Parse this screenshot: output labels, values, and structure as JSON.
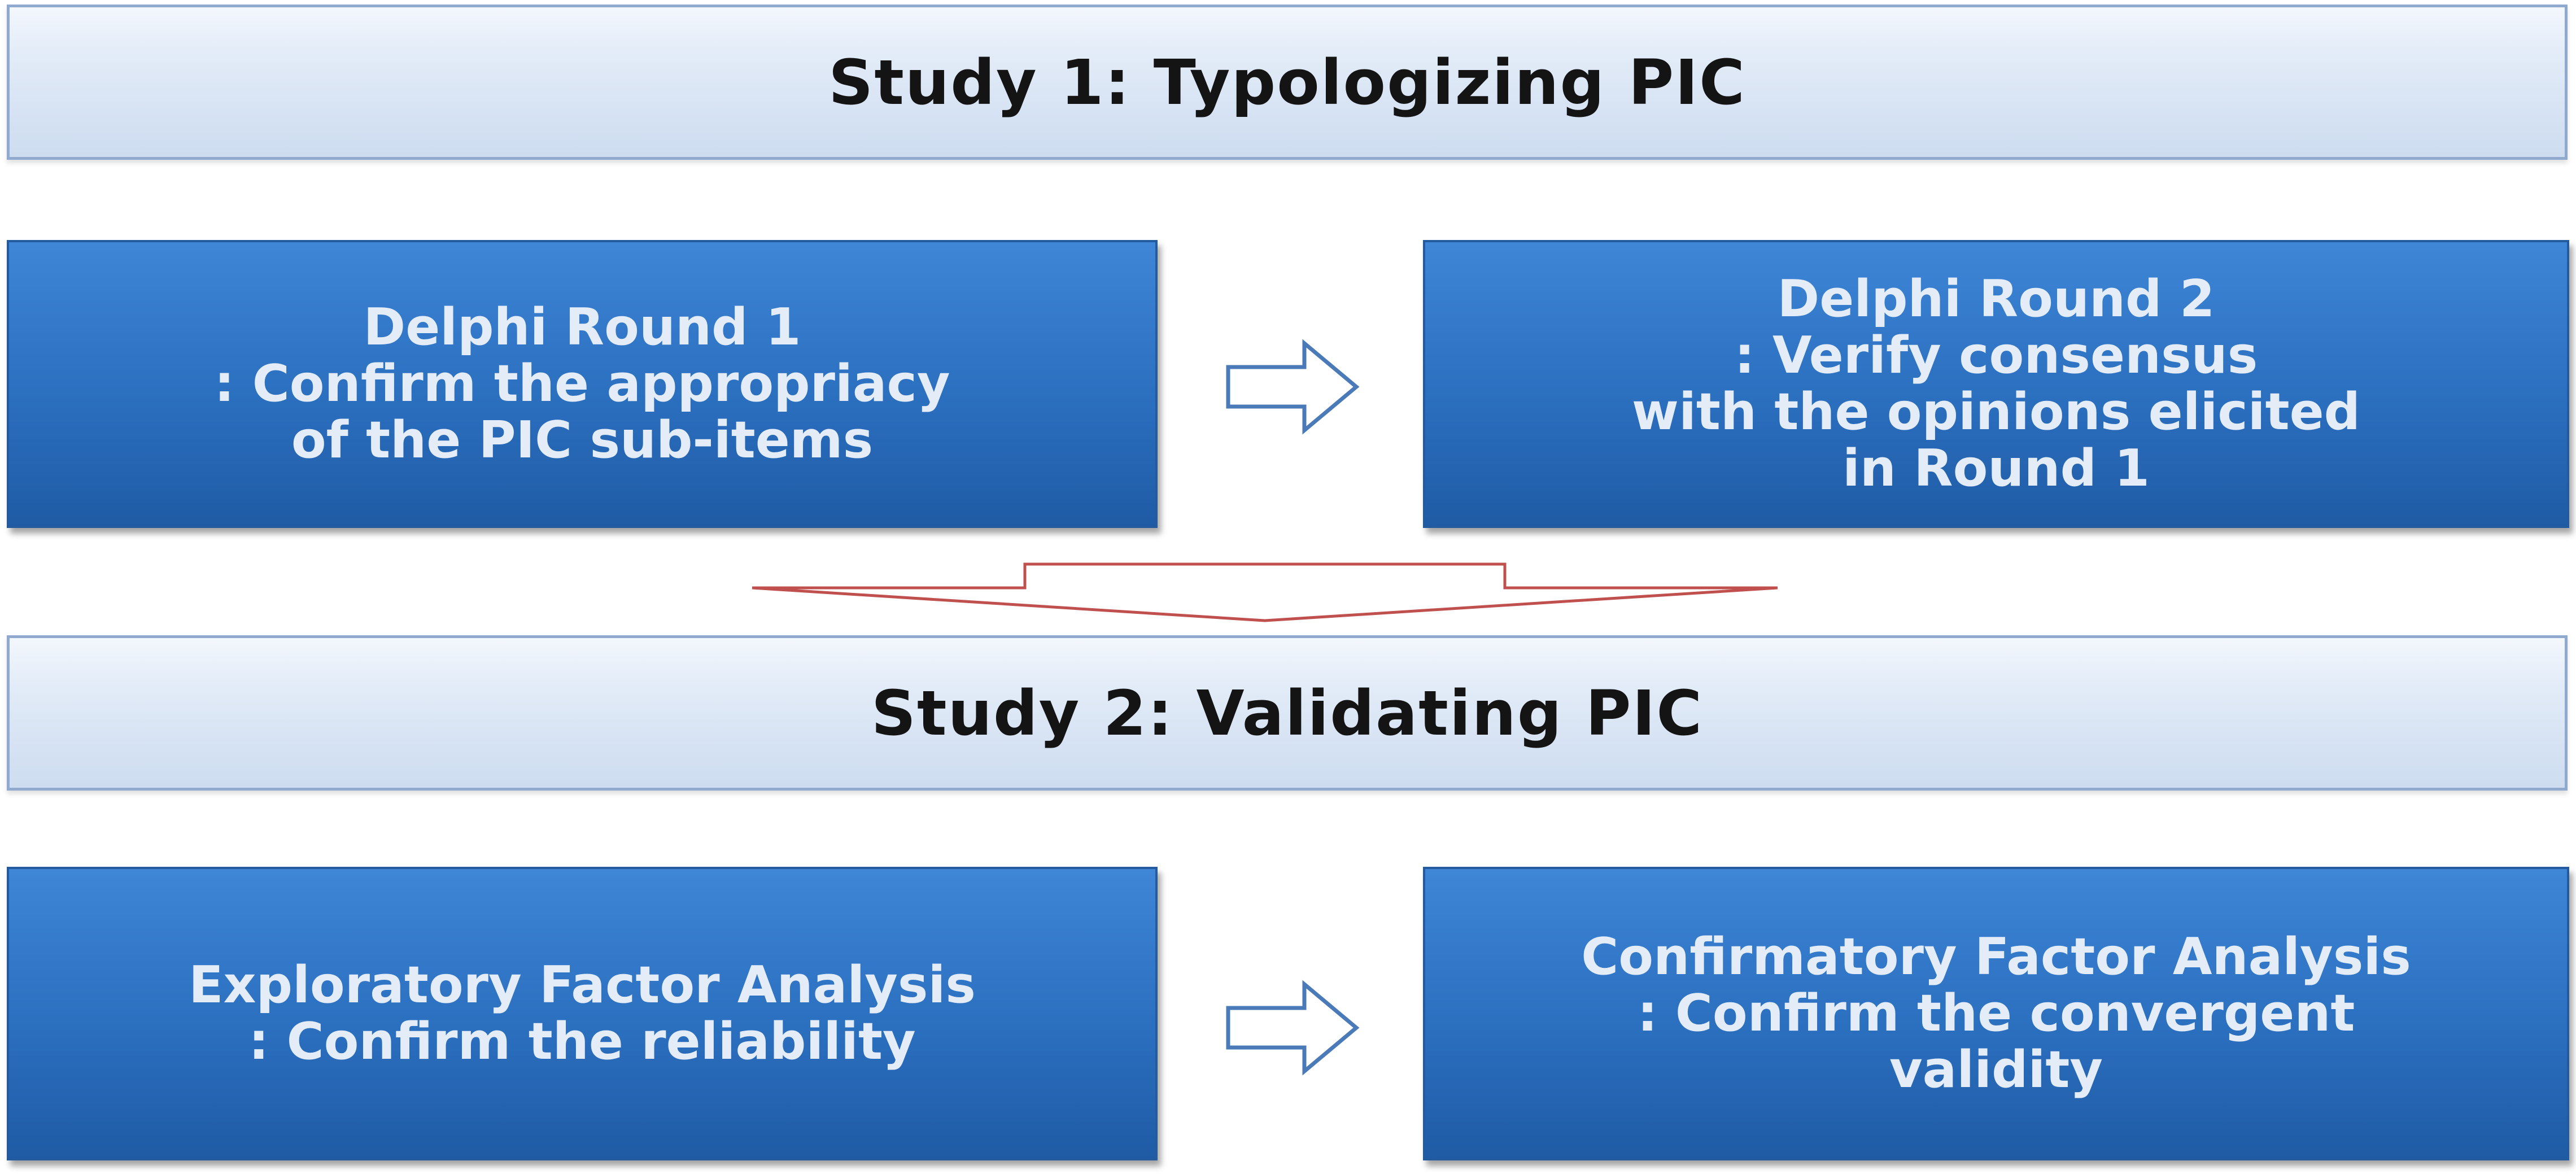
{
  "study1": {
    "title": "Study 1: Typologizing PIC",
    "step1": {
      "lines": [
        "Delphi Round 1",
        ": Confirm the appropriacy",
        "of the PIC sub-items"
      ]
    },
    "step2": {
      "lines": [
        "Delphi Round 2",
        ": Verify consensus",
        "with the opinions elicited",
        "in Round 1"
      ]
    }
  },
  "study2": {
    "title": "Study 2: Validating PIC",
    "step1": {
      "lines": [
        "Exploratory Factor Analysis",
        ": Confirm the reliability"
      ]
    },
    "step2": {
      "lines": [
        "Confirmatory Factor Analysis",
        ": Confirm the convergent",
        "validity"
      ]
    }
  },
  "icons": {
    "right_arrow": "right-arrow-icon",
    "down_arrow": "down-arrow-icon"
  },
  "colors": {
    "box_fill": "#2b6fbf",
    "box_text": "#e4ecf7",
    "header_border": "#8fa9cf",
    "right_arrow_stroke": "#4a7ab8",
    "down_arrow_stroke": "#c0504d"
  }
}
